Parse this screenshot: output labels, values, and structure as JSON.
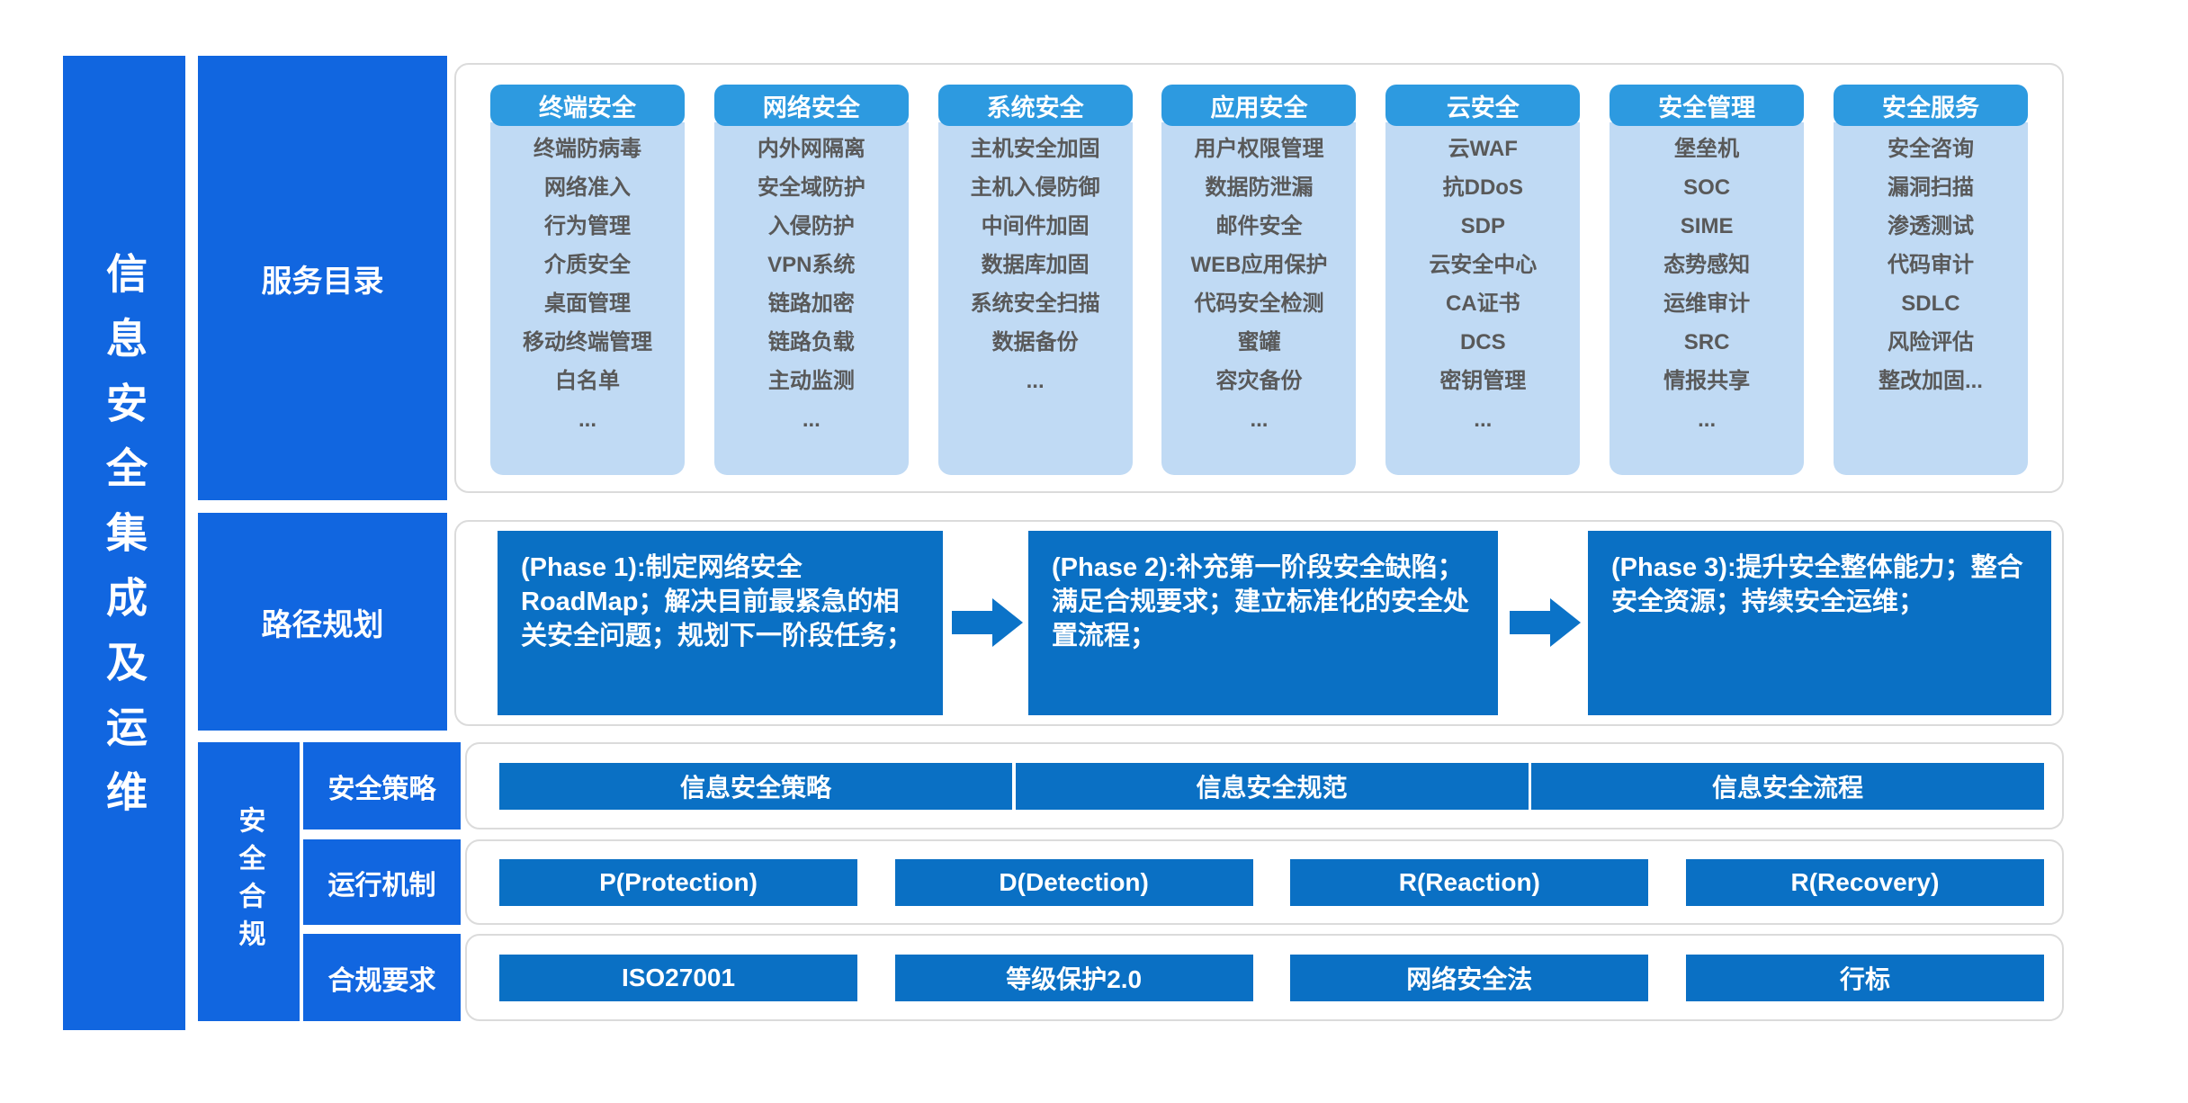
{
  "title": "信息安全集成及运维",
  "colors": {
    "accent_blue": "#1166E0",
    "column_header_blue": "#2D9AE0",
    "column_body_blue": "#C0DAF4",
    "deep_blue": "#0A70C4",
    "item_text_gray": "#595959"
  },
  "service_catalog": {
    "label": "服务目录",
    "columns": [
      {
        "header": "终端安全",
        "items": [
          "终端防病毒",
          "网络准入",
          "行为管理",
          "介质安全",
          "桌面管理",
          "移动终端管理",
          "白名单",
          "..."
        ]
      },
      {
        "header": "网络安全",
        "items": [
          "内外网隔离",
          "安全域防护",
          "入侵防护",
          "VPN系统",
          "链路加密",
          "链路负载",
          "主动监测",
          "..."
        ]
      },
      {
        "header": "系统安全",
        "items": [
          "主机安全加固",
          "主机入侵防御",
          "中间件加固",
          "数据库加固",
          "系统安全扫描",
          "数据备份",
          "..."
        ]
      },
      {
        "header": "应用安全",
        "items": [
          "用户权限管理",
          "数据防泄漏",
          "邮件安全",
          "WEB应用保护",
          "代码安全检测",
          "蜜罐",
          "容灾备份",
          "..."
        ]
      },
      {
        "header": "云安全",
        "items": [
          "云WAF",
          "抗DDoS",
          "SDP",
          "云安全中心",
          "CA证书",
          "DCS",
          "密钥管理",
          "..."
        ]
      },
      {
        "header": "安全管理",
        "items": [
          "堡垒机",
          "SOC",
          "SIME",
          "态势感知",
          "运维审计",
          "SRC",
          "情报共享",
          "..."
        ]
      },
      {
        "header": "安全服务",
        "items": [
          "安全咨询",
          "漏洞扫描",
          "渗透测试",
          "代码审计",
          "SDLC",
          "风险评估",
          "整改加固..."
        ]
      }
    ]
  },
  "roadmap": {
    "label": "路径规划",
    "phases": [
      "(Phase 1):制定网络安全RoadMap；解决目前最紧急的相关安全问题；规划下一阶段任务；",
      "(Phase 2):补充第一阶段安全缺陷；满足合规要求；建立标准化的安全处置流程；",
      "(Phase 3):提升安全整体能力；整合安全资源；持续安全运维；"
    ]
  },
  "compliance": {
    "label": "安全合规",
    "rows": [
      {
        "label": "安全策略",
        "buttons": [
          "信息安全策略",
          "信息安全规范",
          "信息安全流程"
        ]
      },
      {
        "label": "运行机制",
        "buttons": [
          "P(Protection)",
          "D(Detection)",
          "R(Reaction)",
          "R(Recovery)"
        ]
      },
      {
        "label": "合规要求",
        "buttons": [
          "ISO27001",
          "等级保护2.0",
          "网络安全法",
          "行标"
        ]
      }
    ]
  }
}
